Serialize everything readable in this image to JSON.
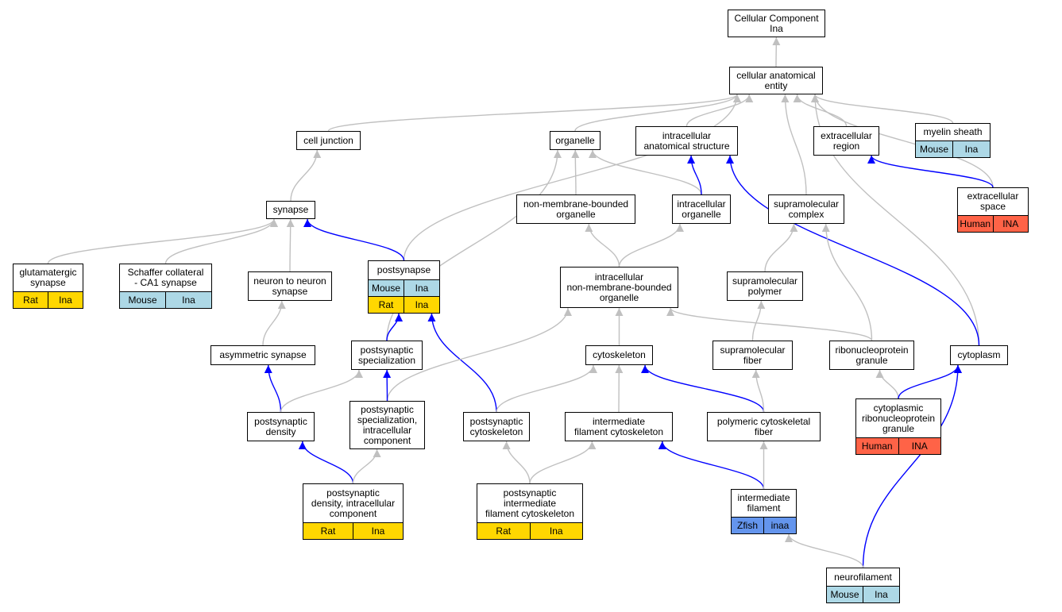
{
  "colors": {
    "edge_grey": "#c0c0c0",
    "edge_blue": "#0000ff",
    "rat": "#ffd700",
    "mouse": "#add8e6",
    "human": "#ff6347",
    "zfish": "#6495ed"
  },
  "nodes": {
    "cc": {
      "label": "Cellular Component\nIna"
    },
    "cae": {
      "label": "cellular anatomical\nentity"
    },
    "cj": {
      "label": "cell junction"
    },
    "org": {
      "label": "organelle"
    },
    "ias": {
      "label": "intracellular\nanatomical structure"
    },
    "er": {
      "label": "extracellular\nregion"
    },
    "ms": {
      "label": "myelin sheath",
      "annotations": [
        {
          "species": "Mouse",
          "gene": "Ina",
          "color": "#add8e6"
        }
      ]
    },
    "syn": {
      "label": "synapse"
    },
    "nmbo": {
      "label": "non-membrane-bounded\norganelle"
    },
    "io": {
      "label": "intracellular\norganelle"
    },
    "smc": {
      "label": "supramolecular\ncomplex"
    },
    "es": {
      "label": "extracellular\nspace",
      "annotations": [
        {
          "species": "Human",
          "gene": "INA",
          "color": "#ff6347"
        }
      ]
    },
    "gs": {
      "label": "glutamatergic\nsynapse",
      "annotations": [
        {
          "species": "Rat",
          "gene": "Ina",
          "color": "#ffd700"
        }
      ]
    },
    "sc": {
      "label": "Schaffer collateral\n- CA1 synapse",
      "annotations": [
        {
          "species": "Mouse",
          "gene": "Ina",
          "color": "#add8e6"
        }
      ]
    },
    "nns": {
      "label": "neuron to neuron\nsynapse"
    },
    "ps": {
      "label": "postsynapse",
      "annotations": [
        {
          "species": "Mouse",
          "gene": "Ina",
          "color": "#add8e6"
        },
        {
          "species": "Rat",
          "gene": "Ina",
          "color": "#ffd700"
        }
      ]
    },
    "inmbo": {
      "label": "intracellular\nnon-membrane-bounded\norganelle"
    },
    "smp": {
      "label": "supramolecular\npolymer"
    },
    "as": {
      "label": "asymmetric synapse"
    },
    "pspec": {
      "label": "postsynaptic\nspecialization"
    },
    "cyto": {
      "label": "cytoskeleton"
    },
    "smf": {
      "label": "supramolecular\nfiber"
    },
    "rnp": {
      "label": "ribonucleoprotein\ngranule"
    },
    "cytoplasm": {
      "label": "cytoplasm"
    },
    "psd": {
      "label": "postsynaptic\ndensity"
    },
    "psic": {
      "label": "postsynaptic\nspecialization,\nintracellular\ncomponent"
    },
    "pscy": {
      "label": "postsynaptic\ncytoskeleton"
    },
    "ifc": {
      "label": "intermediate\nfilament cytoskeleton"
    },
    "pcf": {
      "label": "polymeric cytoskeletal\nfiber"
    },
    "crnp": {
      "label": "cytoplasmic\nribonucleoprotein\ngranule",
      "annotations": [
        {
          "species": "Human",
          "gene": "INA",
          "color": "#ff6347"
        }
      ]
    },
    "psdic": {
      "label": "postsynaptic\ndensity, intracellular\ncomponent",
      "annotations": [
        {
          "species": "Rat",
          "gene": "Ina",
          "color": "#ffd700"
        }
      ]
    },
    "psifc": {
      "label": "postsynaptic\nintermediate\nfilament cytoskeleton",
      "annotations": [
        {
          "species": "Rat",
          "gene": "Ina",
          "color": "#ffd700"
        }
      ]
    },
    "if": {
      "label": "intermediate\nfilament",
      "annotations": [
        {
          "species": "Zfish",
          "gene": "inaa",
          "color": "#6495ed"
        }
      ]
    },
    "nf": {
      "label": "neurofilament",
      "annotations": [
        {
          "species": "Mouse",
          "gene": "Ina",
          "color": "#add8e6"
        }
      ]
    }
  },
  "edges": [
    {
      "from": "cae",
      "to": "cc",
      "color": "#c0c0c0"
    },
    {
      "from": "cj",
      "to": "cae",
      "color": "#c0c0c0"
    },
    {
      "from": "org",
      "to": "cae",
      "color": "#c0c0c0"
    },
    {
      "from": "ias",
      "to": "cae",
      "color": "#c0c0c0"
    },
    {
      "from": "er",
      "to": "cae",
      "color": "#c0c0c0"
    },
    {
      "from": "ms",
      "to": "cae",
      "color": "#c0c0c0"
    },
    {
      "from": "smc",
      "to": "cae",
      "color": "#c0c0c0"
    },
    {
      "from": "es",
      "to": "cae",
      "color": "#c0c0c0"
    },
    {
      "from": "cytoplasm",
      "to": "cae",
      "color": "#c0c0c0"
    },
    {
      "from": "ps",
      "to": "cae",
      "color": "#c0c0c0"
    },
    {
      "from": "syn",
      "to": "cj",
      "color": "#c0c0c0"
    },
    {
      "from": "nmbo",
      "to": "org",
      "color": "#c0c0c0"
    },
    {
      "from": "io",
      "to": "org",
      "color": "#c0c0c0"
    },
    {
      "from": "pspec",
      "to": "org",
      "color": "#c0c0c0"
    },
    {
      "from": "io",
      "to": "ias",
      "color": "#0000ff"
    },
    {
      "from": "cytoplasm",
      "to": "ias",
      "color": "#0000ff"
    },
    {
      "from": "es",
      "to": "er",
      "color": "#0000ff"
    },
    {
      "from": "gs",
      "to": "syn",
      "color": "#c0c0c0"
    },
    {
      "from": "sc",
      "to": "syn",
      "color": "#c0c0c0"
    },
    {
      "from": "nns",
      "to": "syn",
      "color": "#c0c0c0"
    },
    {
      "from": "ps",
      "to": "syn",
      "color": "#0000ff"
    },
    {
      "from": "inmbo",
      "to": "nmbo",
      "color": "#c0c0c0"
    },
    {
      "from": "inmbo",
      "to": "io",
      "color": "#c0c0c0"
    },
    {
      "from": "smp",
      "to": "smc",
      "color": "#c0c0c0"
    },
    {
      "from": "rnp",
      "to": "smc",
      "color": "#c0c0c0"
    },
    {
      "from": "as",
      "to": "nns",
      "color": "#c0c0c0"
    },
    {
      "from": "pspec",
      "to": "ps",
      "color": "#0000ff"
    },
    {
      "from": "pscy",
      "to": "ps",
      "color": "#0000ff"
    },
    {
      "from": "cyto",
      "to": "inmbo",
      "color": "#c0c0c0"
    },
    {
      "from": "rnp",
      "to": "inmbo",
      "color": "#c0c0c0"
    },
    {
      "from": "psic",
      "to": "inmbo",
      "color": "#c0c0c0"
    },
    {
      "from": "smf",
      "to": "smp",
      "color": "#c0c0c0"
    },
    {
      "from": "psd",
      "to": "as",
      "color": "#0000ff"
    },
    {
      "from": "psd",
      "to": "pspec",
      "color": "#c0c0c0"
    },
    {
      "from": "psic",
      "to": "pspec",
      "color": "#0000ff"
    },
    {
      "from": "pscy",
      "to": "cyto",
      "color": "#c0c0c0"
    },
    {
      "from": "ifc",
      "to": "cyto",
      "color": "#c0c0c0"
    },
    {
      "from": "pcf",
      "to": "cyto",
      "color": "#0000ff"
    },
    {
      "from": "pcf",
      "to": "smf",
      "color": "#c0c0c0"
    },
    {
      "from": "crnp",
      "to": "rnp",
      "color": "#c0c0c0"
    },
    {
      "from": "crnp",
      "to": "cytoplasm",
      "color": "#0000ff"
    },
    {
      "from": "nf",
      "to": "cytoplasm",
      "color": "#0000ff"
    },
    {
      "from": "psdic",
      "to": "psd",
      "color": "#0000ff"
    },
    {
      "from": "psdic",
      "to": "psic",
      "color": "#c0c0c0"
    },
    {
      "from": "psifc",
      "to": "pscy",
      "color": "#c0c0c0"
    },
    {
      "from": "psifc",
      "to": "ifc",
      "color": "#c0c0c0"
    },
    {
      "from": "if",
      "to": "ifc",
      "color": "#0000ff"
    },
    {
      "from": "if",
      "to": "pcf",
      "color": "#c0c0c0"
    },
    {
      "from": "nf",
      "to": "if",
      "color": "#c0c0c0"
    }
  ]
}
